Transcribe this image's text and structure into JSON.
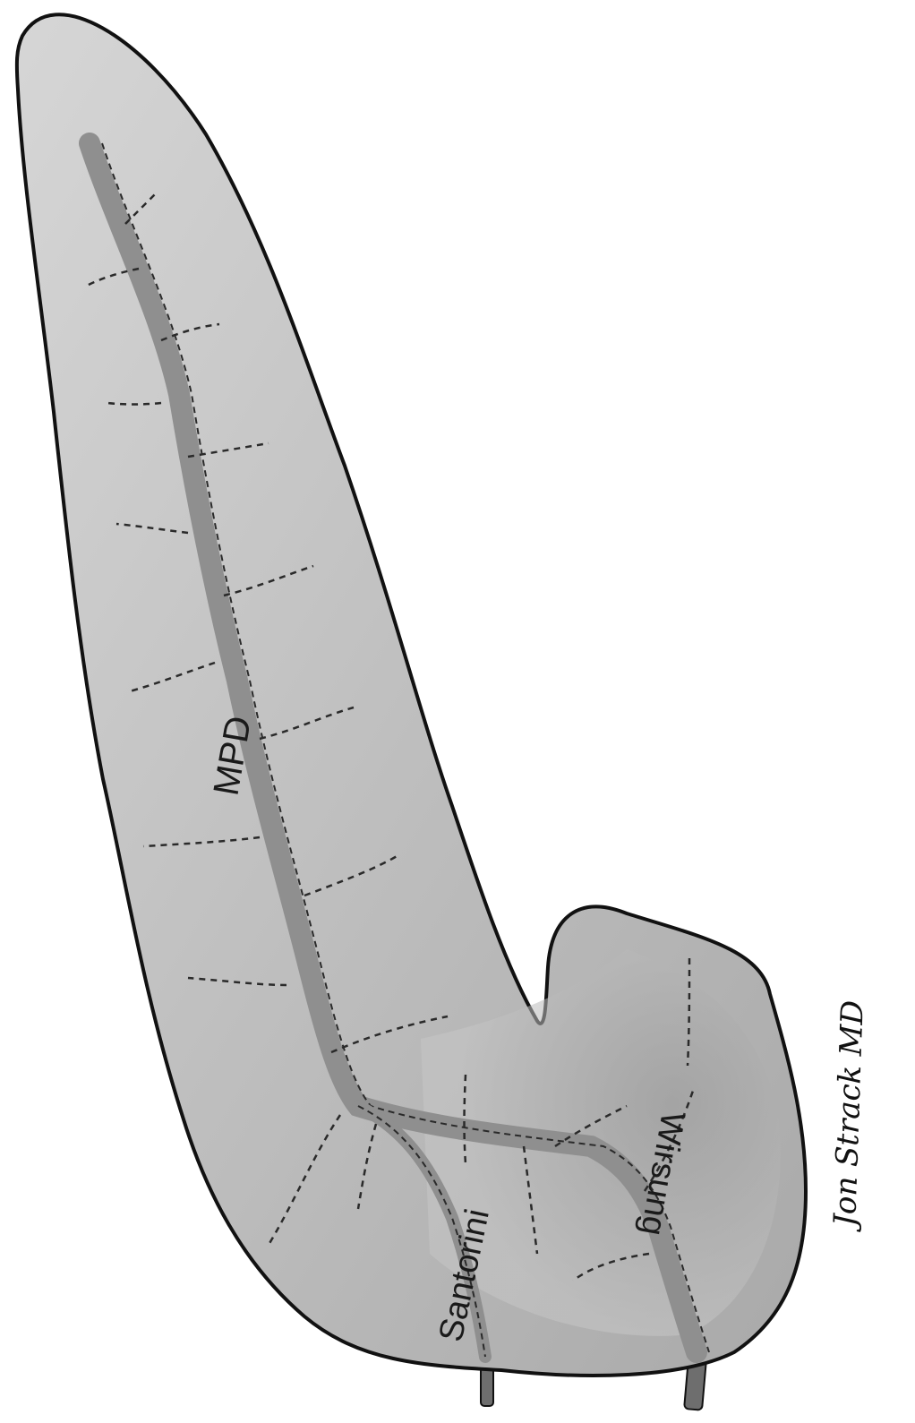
{
  "figure": {
    "labels": {
      "main_duct": "MPD",
      "accessory_duct": "Santorini",
      "ventral_duct": "Wirsung"
    },
    "signature": "Jon Strack MD",
    "colors": {
      "organ_fill": "#bdbdbd",
      "organ_fill_light": "#dcdcdc",
      "organ_outline": "#111111",
      "duct_fill": "#8f8f8f",
      "duct_dash": "#2a2a2a",
      "papilla_tube": "#6e6e6e"
    }
  }
}
